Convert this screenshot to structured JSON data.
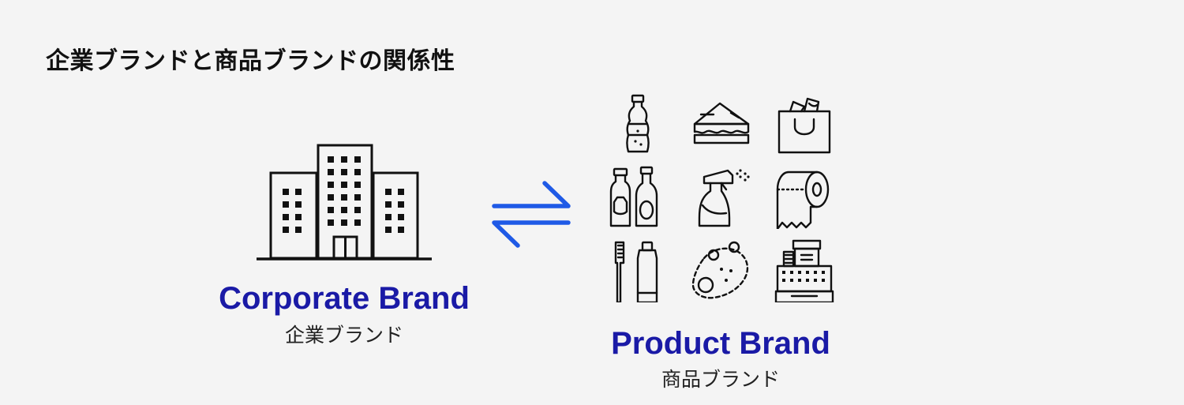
{
  "title": "企業ブランドと商品ブランドの関係性",
  "corporate": {
    "label_en": "Corporate Brand",
    "label_ja": "企業ブランド",
    "icon": "office-building-icon"
  },
  "relation_icon": "bidirectional-arrows-icon",
  "product": {
    "label_en": "Product Brand",
    "label_ja": "商品ブランド",
    "icons": [
      "soda-bottle-icon",
      "sandwich-icon",
      "shopping-bag-icon",
      "condiment-bottles-icon",
      "spray-bottle-icon",
      "toilet-paper-icon",
      "toothbrush-toothpaste-icon",
      "cleaning-sponge-icon",
      "cash-register-icon"
    ]
  },
  "colors": {
    "accent_text": "#1a1aa6",
    "arrow": "#1f5ae6",
    "background": "#f4f4f4",
    "icon_stroke": "#111111"
  }
}
